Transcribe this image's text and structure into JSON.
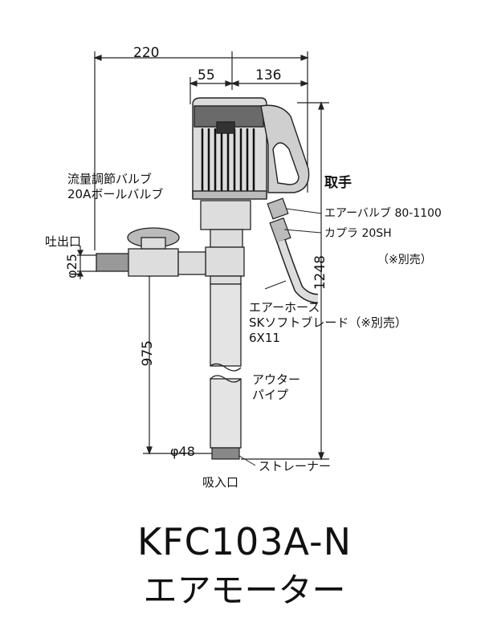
{
  "dimensions": {
    "total_width": "220",
    "left_offset": "55",
    "right_offset": "136",
    "total_height": "1248",
    "tube_length": "975",
    "outlet_dia": "φ25",
    "tube_dia": "φ48"
  },
  "labels": {
    "flow_valve_line1": "流量調節バルブ",
    "flow_valve_line2": "20Aボールバルブ",
    "outlet": "吐出口",
    "handle": "取手",
    "air_valve": "エアーバルブ 80-1100",
    "coupler": "カプラ 20SH",
    "sold_separately_1": "（※別売）",
    "air_hose_line1": "エアーホース",
    "air_hose_line2": "SKソフトブレード（※別売）",
    "air_hose_line3": "6X11",
    "outer_pipe_line1": "アウター",
    "outer_pipe_line2": "パイプ",
    "strainer": "ストレーナー",
    "inlet": "吸入口"
  },
  "model": "KFC103A-N",
  "subtitle": "エアモーター"
}
